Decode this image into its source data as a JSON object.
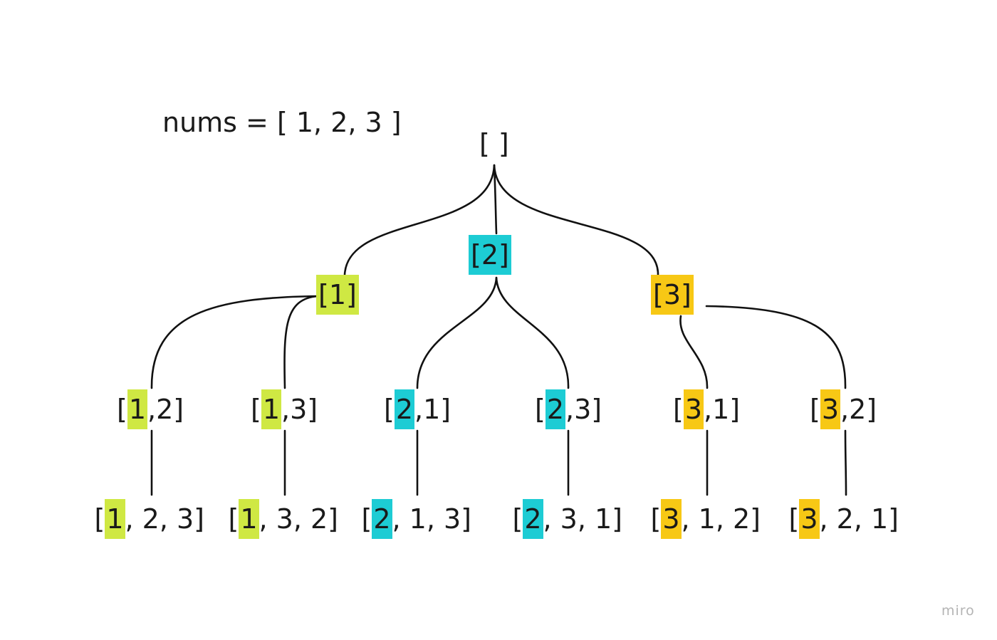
{
  "formula": "nums = [ 1, 2, 3 ]",
  "watermark": "miro",
  "colors": {
    "one": "#cfe843",
    "two": "#1dccd4",
    "three": "#f7c815",
    "line": "#111111"
  },
  "nodes": [
    {
      "id": "root",
      "parts": [
        {
          "t": "[ ]"
        }
      ]
    },
    {
      "id": "n1",
      "parts": [
        {
          "t": "["
        },
        {
          "t": "1",
          "c": "one"
        },
        {
          "t": "]"
        }
      ],
      "boxAll": "one"
    },
    {
      "id": "n2",
      "parts": [
        {
          "t": "["
        },
        {
          "t": "2",
          "c": "two"
        },
        {
          "t": "]"
        }
      ],
      "boxAll": "two"
    },
    {
      "id": "n3",
      "parts": [
        {
          "t": "["
        },
        {
          "t": "3",
          "c": "three"
        },
        {
          "t": "]"
        }
      ],
      "boxAll": "three"
    },
    {
      "id": "n12",
      "parts": [
        {
          "t": "["
        },
        {
          "t": "1",
          "c": "one"
        },
        {
          "t": ",2]"
        }
      ]
    },
    {
      "id": "n13",
      "parts": [
        {
          "t": "["
        },
        {
          "t": "1",
          "c": "one"
        },
        {
          "t": ",3]"
        }
      ]
    },
    {
      "id": "n21",
      "parts": [
        {
          "t": "["
        },
        {
          "t": "2",
          "c": "two"
        },
        {
          "t": ",1]"
        }
      ]
    },
    {
      "id": "n23",
      "parts": [
        {
          "t": "["
        },
        {
          "t": "2",
          "c": "two"
        },
        {
          "t": ",3]"
        }
      ]
    },
    {
      "id": "n31",
      "parts": [
        {
          "t": "["
        },
        {
          "t": "3",
          "c": "three"
        },
        {
          "t": ",1]"
        }
      ]
    },
    {
      "id": "n32",
      "parts": [
        {
          "t": "["
        },
        {
          "t": "3",
          "c": "three"
        },
        {
          "t": ",2]"
        }
      ]
    },
    {
      "id": "n123",
      "parts": [
        {
          "t": "["
        },
        {
          "t": "1",
          "c": "one"
        },
        {
          "t": ", 2, 3]"
        }
      ]
    },
    {
      "id": "n132",
      "parts": [
        {
          "t": "["
        },
        {
          "t": "1",
          "c": "one"
        },
        {
          "t": ", 3, 2]"
        }
      ]
    },
    {
      "id": "n213",
      "parts": [
        {
          "t": "["
        },
        {
          "t": "2",
          "c": "two"
        },
        {
          "t": ", 1, 3]"
        }
      ]
    },
    {
      "id": "n231",
      "parts": [
        {
          "t": "["
        },
        {
          "t": "2",
          "c": "two"
        },
        {
          "t": ", 3, 1]"
        }
      ]
    },
    {
      "id": "n312",
      "parts": [
        {
          "t": "["
        },
        {
          "t": "3",
          "c": "three"
        },
        {
          "t": ", 1, 2]"
        }
      ]
    },
    {
      "id": "n321",
      "parts": [
        {
          "t": "["
        },
        {
          "t": "3",
          "c": "three"
        },
        {
          "t": ", 2, 1]"
        }
      ]
    }
  ],
  "edges": [
    [
      "root",
      "n1"
    ],
    [
      "root",
      "n2"
    ],
    [
      "root",
      "n3"
    ],
    [
      "n1",
      "n12"
    ],
    [
      "n1",
      "n13"
    ],
    [
      "n2",
      "n21"
    ],
    [
      "n2",
      "n23"
    ],
    [
      "n3",
      "n31"
    ],
    [
      "n3",
      "n32"
    ],
    [
      "n12",
      "n123"
    ],
    [
      "n13",
      "n132"
    ],
    [
      "n21",
      "n213"
    ],
    [
      "n23",
      "n231"
    ],
    [
      "n31",
      "n312"
    ],
    [
      "n32",
      "n321"
    ]
  ]
}
